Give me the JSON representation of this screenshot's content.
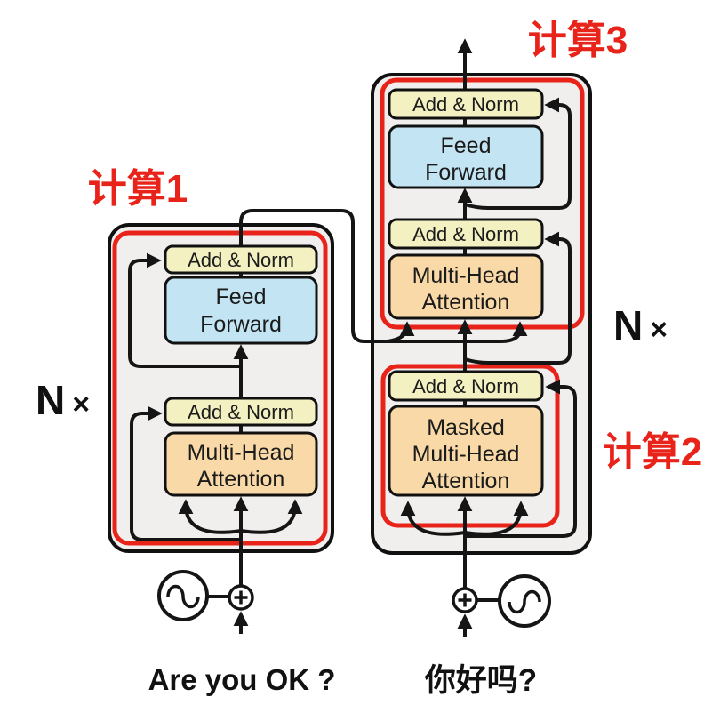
{
  "annotations": {
    "calc1": "计算1",
    "calc2": "计算2",
    "calc3": "计算3",
    "n_times": {
      "n": "N",
      "times": "×"
    }
  },
  "encoder": {
    "add_norm_top": "Add & Norm",
    "ff_line1": "Feed",
    "ff_line2": "Forward",
    "add_norm_bottom": "Add & Norm",
    "mha_line1": "Multi-Head",
    "mha_line2": "Attention",
    "input_text": "Are you OK ?"
  },
  "decoder": {
    "add_norm_top": "Add & Norm",
    "ff_line1": "Feed",
    "ff_line2": "Forward",
    "add_norm_mid": "Add & Norm",
    "mha_line1": "Multi-Head",
    "mha_line2": "Attention",
    "add_norm_bottom": "Add & Norm",
    "masked_line1": "Masked",
    "masked_line2": "Multi-Head",
    "masked_line3": "Attention",
    "input_text": "你好吗?"
  },
  "colors": {
    "highlight_red": "#e8231a",
    "line_black": "#151515",
    "block_fill": "#f0efee",
    "block_stroke": "#111111",
    "add_norm_fill": "#f3f1c1",
    "ff_fill": "#c3e5f3",
    "mha_fill": "#f9d9a7",
    "white": "#ffffff"
  }
}
